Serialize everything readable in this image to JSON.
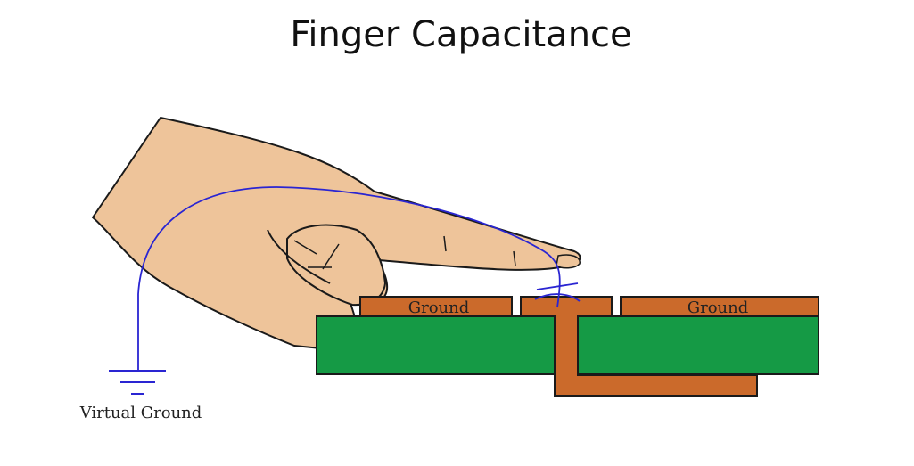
{
  "title": "Finger Capacitance",
  "labels": {
    "ground_left": "Ground",
    "ground_right": "Ground",
    "virtual_ground": "Virtual Ground"
  },
  "colors": {
    "skin": "#eec49a",
    "copper": "#cb6a2b",
    "pcb_green": "#159a45",
    "field_line": "#2a25d2",
    "outline": "#1a1a1a"
  }
}
